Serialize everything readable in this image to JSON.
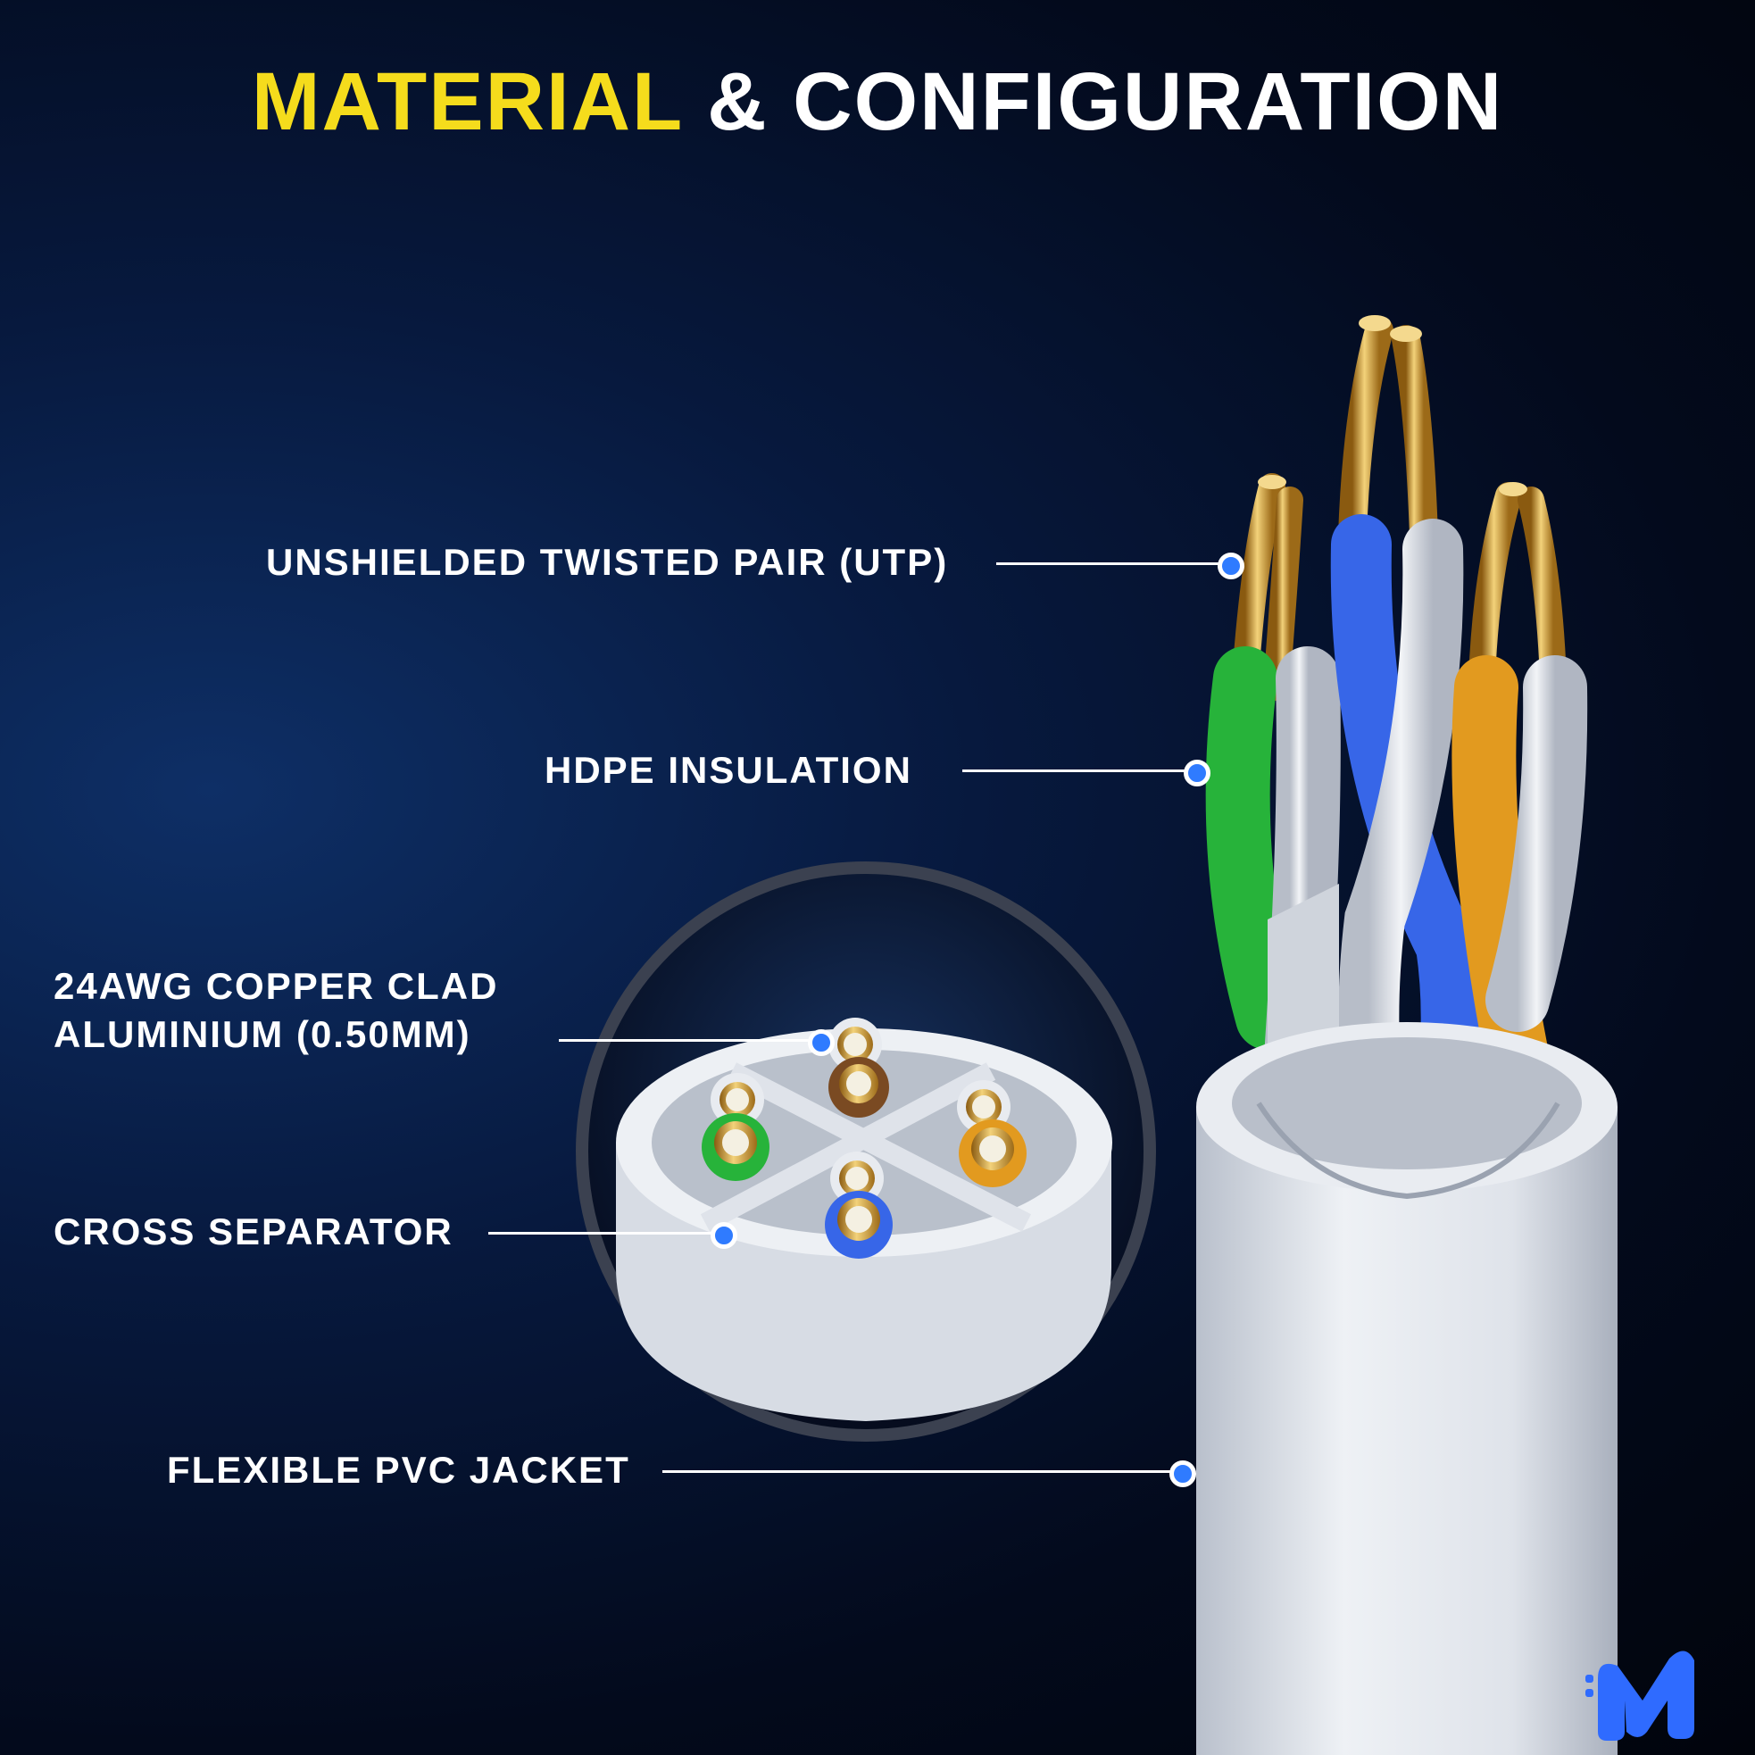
{
  "title": {
    "accent": "MATERIAL",
    "rest": " & CONFIGURATION"
  },
  "labels": {
    "utp": "UNSHIELDED TWISTED PAIR (UTP)",
    "hdpe": "HDPE INSULATION",
    "copper_line1": "24AWG COPPER CLAD",
    "copper_line2": "ALUMINIUM (0.50MM)",
    "separator": "CROSS SEPARATOR",
    "jacket": "FLEXIBLE PVC JACKET"
  },
  "colors": {
    "accent": "#f5dc1c",
    "callout_dot": "#2f7bff",
    "wire_green": "#27b33a",
    "wire_blue": "#3766e8",
    "wire_orange": "#e29a1f",
    "wire_brown": "#7a4a22",
    "copper_gold": "#d9a53a",
    "jacket_white": "#e6e9ef"
  },
  "icons": {
    "logo": "brand-logo-icon"
  }
}
